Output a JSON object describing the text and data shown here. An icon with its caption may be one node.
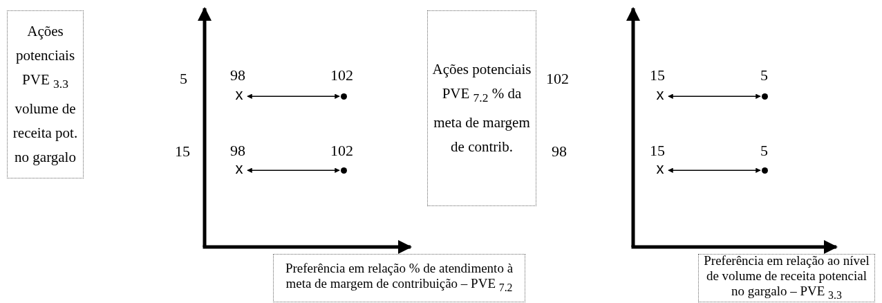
{
  "diagram": {
    "nodes": [
      {
        "text": [
          "Ações potenciais PVE $_{3.3}$ volume de receita pot. no gargalo"
        ]
      },
      {
        "text": [
          "x"
        ],
        "beside": [
          "98"
        ]
      },
      {
        "text": [],
        "shape": "circle",
        "beside": [
          "102"
        ]
      },
      {
        "text": [
          "x"
        ],
        "beside": [
          "98"
        ]
      },
      {
        "text": [],
        "shape": "circle",
        "beside": [
          "102"
        ]
      },
      {
        "text": [
          "Ações potenciais PVE $_{7.2}$ % da meta de margem de contrib."
        ]
      },
      {
        "text": [
          "x"
        ],
        "beside": [
          "15"
        ]
      },
      {
        "text": [],
        "shape": "circle",
        "beside": [
          "5"
        ]
      },
      {
        "text": [
          "x"
        ],
        "beside": [
          "15"
        ]
      },
      {
        "text": [],
        "shape": "circle",
        "beside": [
          "5"
        ]
      },
      {
        "text": [
          "Preferência em relação % de atendimento à meta de margem de contribuição – PVE $_{7.2}$"
        ]
      },
      {
        "text": [
          "Preferência em relação ao nível de volume de receita potencial no gargalo – PVE $_{3.3}$"
        ]
      }
    ],
    "edges": [
      {
        "from": 1,
        "to": 2,
        "arrow": "both"
      },
      {
        "from": 3,
        "to": 4,
        "arrow": "both"
      },
      {
        "from": 6,
        "to": 7,
        "arrow": "both"
      },
      {
        "from": 8,
        "to": 9,
        "arrow": "both"
      }
    ],
    "labels": [
      "5",
      "15",
      "102",
      "98"
    ]
  }
}
